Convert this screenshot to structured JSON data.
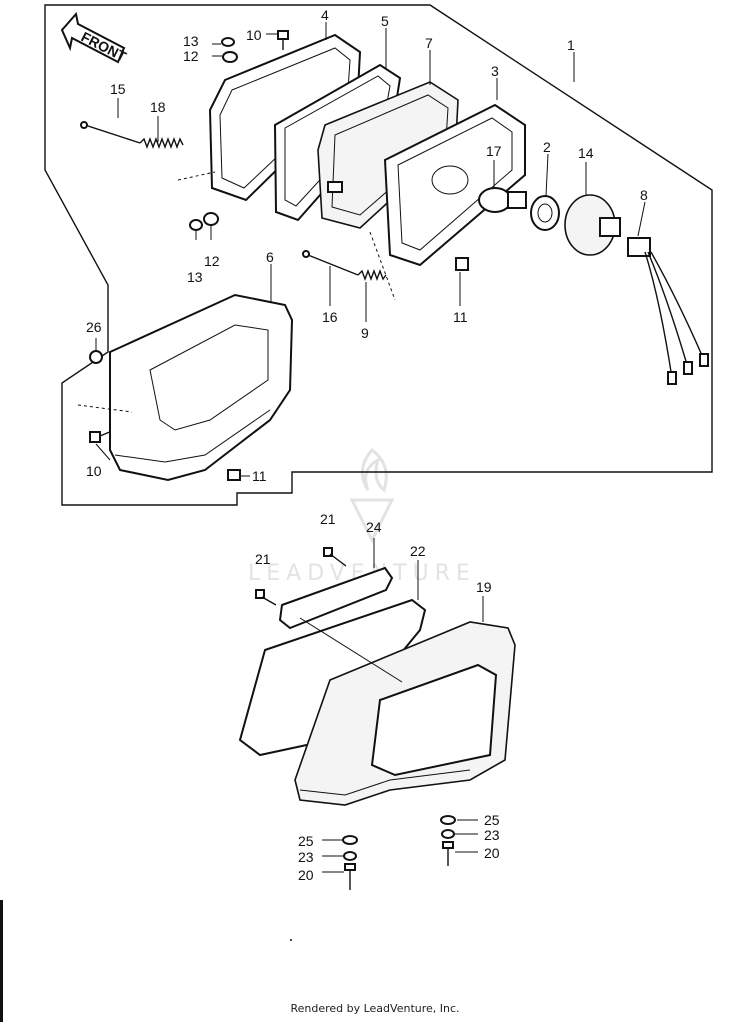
{
  "front_arrow": {
    "label": "FRONT"
  },
  "watermark": {
    "text": "LEADVENTURE"
  },
  "footer": {
    "text": "Rendered by LeadVenture, Inc."
  },
  "callouts": [
    {
      "id": "c1",
      "number": "1"
    },
    {
      "id": "c2",
      "number": "2"
    },
    {
      "id": "c3",
      "number": "3"
    },
    {
      "id": "c4",
      "number": "4"
    },
    {
      "id": "c5",
      "number": "5"
    },
    {
      "id": "c6",
      "number": "6"
    },
    {
      "id": "c7",
      "number": "7"
    },
    {
      "id": "c8",
      "number": "8"
    },
    {
      "id": "c9",
      "number": "9"
    },
    {
      "id": "c10a",
      "number": "10"
    },
    {
      "id": "c10b",
      "number": "10"
    },
    {
      "id": "c11a",
      "number": "11"
    },
    {
      "id": "c11b",
      "number": "11"
    },
    {
      "id": "c12a",
      "number": "12"
    },
    {
      "id": "c12b",
      "number": "12"
    },
    {
      "id": "c13a",
      "number": "13"
    },
    {
      "id": "c13b",
      "number": "13"
    },
    {
      "id": "c14",
      "number": "14"
    },
    {
      "id": "c15",
      "number": "15"
    },
    {
      "id": "c16",
      "number": "16"
    },
    {
      "id": "c17",
      "number": "17"
    },
    {
      "id": "c18",
      "number": "18"
    },
    {
      "id": "c19",
      "number": "19"
    },
    {
      "id": "c20a",
      "number": "20"
    },
    {
      "id": "c20b",
      "number": "20"
    },
    {
      "id": "c21a",
      "number": "21"
    },
    {
      "id": "c21b",
      "number": "21"
    },
    {
      "id": "c22",
      "number": "22"
    },
    {
      "id": "c23a",
      "number": "23"
    },
    {
      "id": "c23b",
      "number": "23"
    },
    {
      "id": "c24",
      "number": "24"
    },
    {
      "id": "c25a",
      "number": "25"
    },
    {
      "id": "c25b",
      "number": "25"
    },
    {
      "id": "c26",
      "number": "26"
    }
  ]
}
